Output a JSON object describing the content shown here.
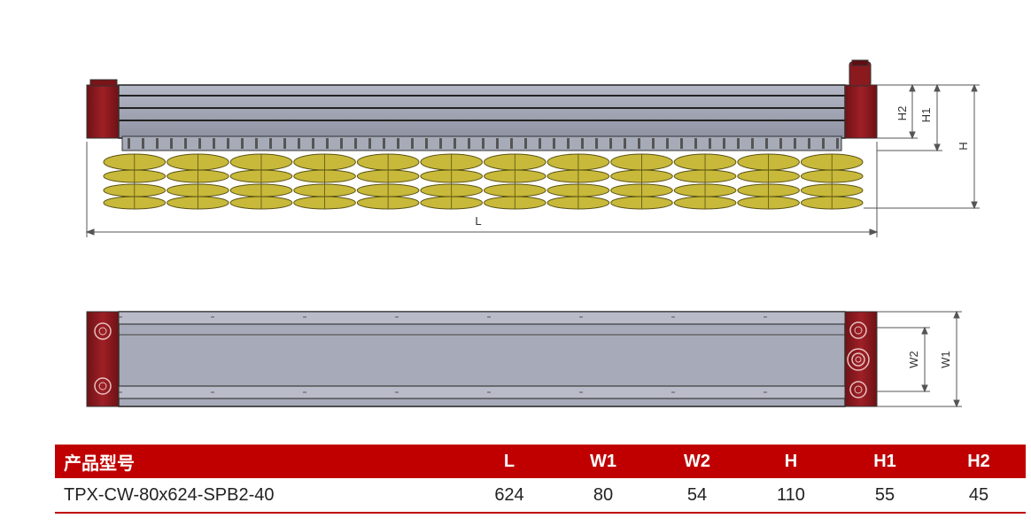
{
  "dimension_labels": {
    "L": "L",
    "H": "H",
    "H1": "H1",
    "H2": "H2",
    "W1": "W1",
    "W2": "W2"
  },
  "table": {
    "model_header": "产品型号",
    "columns": [
      "L",
      "W1",
      "W2",
      "H",
      "H1",
      "H2"
    ],
    "rows": [
      {
        "model": "TPX-CW-80x624-SPB2-40",
        "values": [
          "624",
          "80",
          "54",
          "110",
          "55",
          "45"
        ]
      }
    ]
  },
  "colors": {
    "end_cap": "#8e1a1f",
    "body": "#9a9eae",
    "suction_cup": "#c8b93a",
    "header_bg": "#c00000"
  }
}
